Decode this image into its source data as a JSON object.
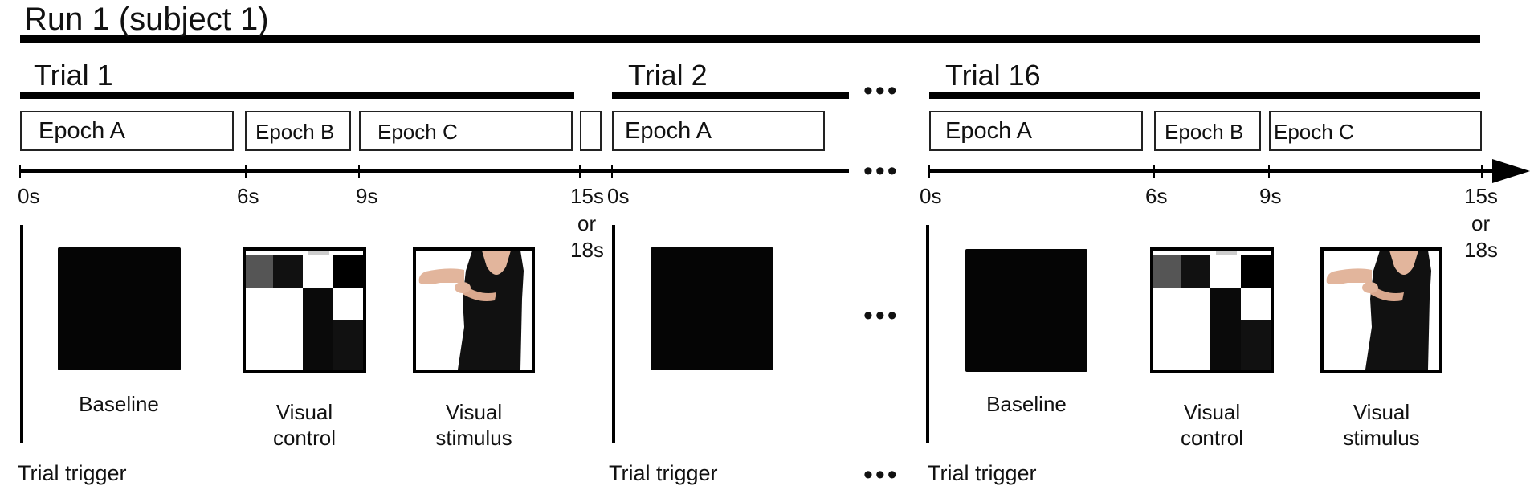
{
  "title": "Run 1 (subject 1)",
  "trials": {
    "t1": "Trial 1",
    "t2": "Trial 2",
    "t16": "Trial 16"
  },
  "epochs": {
    "a": "Epoch A",
    "b": "Epoch B",
    "c": "Epoch C"
  },
  "ticks": {
    "t0": "0s",
    "t6": "6s",
    "t9": "9s",
    "t15": "15s",
    "or": "or",
    "t18": "18s"
  },
  "captions": {
    "baseline": "Baseline",
    "visual_control_l1": "Visual",
    "visual_control_l2": "control",
    "visual_stimulus_l1": "Visual",
    "visual_stimulus_l2": "stimulus"
  },
  "trigger_label": "Trial trigger",
  "ellipsis": "•••",
  "colors": {
    "line": "#000000",
    "box_border": "#222222",
    "baseline_screen": "#050505",
    "dress": "#111111",
    "skin": "#e2b59c"
  }
}
